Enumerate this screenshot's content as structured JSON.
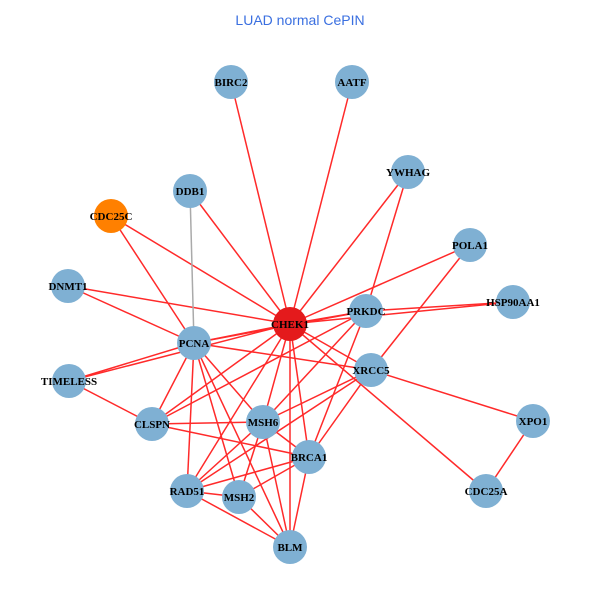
{
  "title": "LUAD normal CePIN",
  "colors": {
    "node": "#7fb0d3",
    "hub": "#e41a1c",
    "seed": "#ff8000",
    "edge": "#ff2a2a",
    "edge_gray": "#aaaaaa"
  },
  "nodes": [
    {
      "id": "BIRC2",
      "type": "normal"
    },
    {
      "id": "AATF",
      "type": "normal"
    },
    {
      "id": "YWHAG",
      "type": "normal"
    },
    {
      "id": "DDB1",
      "type": "normal"
    },
    {
      "id": "CDC25C",
      "type": "seed"
    },
    {
      "id": "POLA1",
      "type": "normal"
    },
    {
      "id": "DNMT1",
      "type": "normal"
    },
    {
      "id": "HSP90AA1",
      "type": "normal"
    },
    {
      "id": "CHEK1",
      "type": "hub"
    },
    {
      "id": "PRKDC",
      "type": "normal"
    },
    {
      "id": "PCNA",
      "type": "normal"
    },
    {
      "id": "XRCC5",
      "type": "normal"
    },
    {
      "id": "TIMELESS",
      "type": "normal"
    },
    {
      "id": "CLSPN",
      "type": "normal"
    },
    {
      "id": "MSH6",
      "type": "normal"
    },
    {
      "id": "XPO1",
      "type": "normal"
    },
    {
      "id": "BRCA1",
      "type": "normal"
    },
    {
      "id": "RAD51",
      "type": "normal"
    },
    {
      "id": "MSH2",
      "type": "normal"
    },
    {
      "id": "CDC25A",
      "type": "normal"
    },
    {
      "id": "BLM",
      "type": "normal"
    }
  ],
  "edges": [
    [
      "CHEK1",
      "BIRC2"
    ],
    [
      "CHEK1",
      "AATF"
    ],
    [
      "CHEK1",
      "YWHAG"
    ],
    [
      "CHEK1",
      "DDB1"
    ],
    [
      "CHEK1",
      "CDC25C"
    ],
    [
      "CHEK1",
      "DNMT1"
    ],
    [
      "CHEK1",
      "POLA1"
    ],
    [
      "CHEK1",
      "HSP90AA1"
    ],
    [
      "CHEK1",
      "PRKDC"
    ],
    [
      "CHEK1",
      "PCNA"
    ],
    [
      "CHEK1",
      "XRCC5"
    ],
    [
      "CHEK1",
      "TIMELESS"
    ],
    [
      "CHEK1",
      "CLSPN"
    ],
    [
      "CHEK1",
      "MSH6"
    ],
    [
      "CHEK1",
      "BRCA1"
    ],
    [
      "CHEK1",
      "RAD51"
    ],
    [
      "CHEK1",
      "BLM"
    ],
    [
      "CHEK1",
      "CDC25A"
    ],
    [
      "DDB1",
      "PCNA",
      "gray"
    ],
    [
      "CDC25C",
      "PCNA"
    ],
    [
      "DNMT1",
      "PCNA"
    ],
    [
      "PRKDC",
      "HSP90AA1"
    ],
    [
      "YWHAG",
      "PRKDC"
    ],
    [
      "POLA1",
      "XRCC5"
    ],
    [
      "PCNA",
      "TIMELESS"
    ],
    [
      "PCNA",
      "CLSPN"
    ],
    [
      "PCNA",
      "RAD51"
    ],
    [
      "PCNA",
      "MSH2"
    ],
    [
      "PCNA",
      "MSH6"
    ],
    [
      "PCNA",
      "XRCC5"
    ],
    [
      "PCNA",
      "PRKDC"
    ],
    [
      "TIMELESS",
      "CLSPN"
    ],
    [
      "CLSPN",
      "MSH6"
    ],
    [
      "CLSPN",
      "BRCA1"
    ],
    [
      "CLSPN",
      "PRKDC"
    ],
    [
      "MSH6",
      "XRCC5"
    ],
    [
      "MSH6",
      "PRKDC"
    ],
    [
      "MSH6",
      "RAD51"
    ],
    [
      "MSH6",
      "MSH2"
    ],
    [
      "MSH6",
      "BLM"
    ],
    [
      "MSH6",
      "BRCA1"
    ],
    [
      "BRCA1",
      "RAD51"
    ],
    [
      "BRCA1",
      "MSH2"
    ],
    [
      "BRCA1",
      "BLM"
    ],
    [
      "BRCA1",
      "XRCC5"
    ],
    [
      "BRCA1",
      "PRKDC"
    ],
    [
      "RAD51",
      "MSH2"
    ],
    [
      "RAD51",
      "BLM"
    ],
    [
      "MSH2",
      "BLM"
    ],
    [
      "RAD51",
      "XRCC5"
    ],
    [
      "XRCC5",
      "XPO1"
    ],
    [
      "XPO1",
      "CDC25A"
    ],
    [
      "PCNA",
      "BLM"
    ]
  ]
}
